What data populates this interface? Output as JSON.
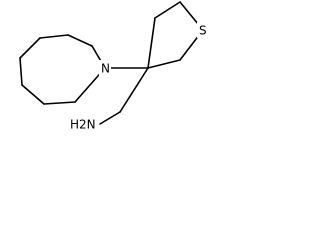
{
  "molecule": {
    "atoms": {
      "nitrogen": "N",
      "sulfur": "S",
      "amine": "H2N"
    },
    "colors": {
      "bond": "#000000",
      "background": "#ffffff"
    }
  }
}
